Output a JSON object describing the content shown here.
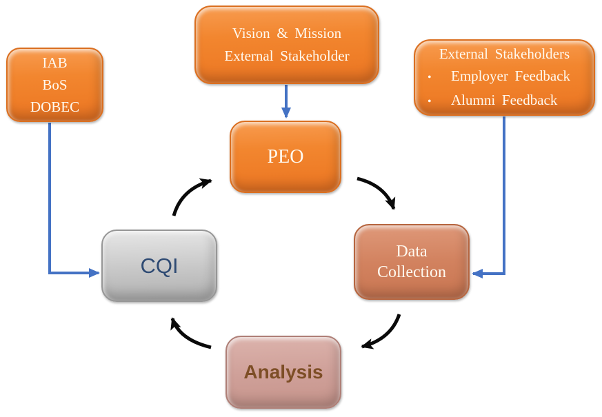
{
  "diagram": {
    "bullet": "•",
    "boxes": {
      "iab": {
        "lines": [
          "IAB",
          "BoS",
          "DOBEC"
        ]
      },
      "vision_mission": {
        "lines": [
          "Vision & Mission",
          "External Stakeholder"
        ]
      },
      "external_stakeholders": {
        "title": "External Stakeholders",
        "bullets": [
          "Employer Feedback",
          "Alumni Feedback"
        ]
      },
      "peo": {
        "label": "PEO"
      },
      "data_collection": {
        "lines": [
          "Data",
          "Collection"
        ]
      },
      "cqi": {
        "label": "CQI"
      },
      "analysis": {
        "label": "Analysis"
      }
    },
    "colors": {
      "orange_fill": "#F0822F",
      "orange_edge": "#DB6F20",
      "terracotta_fill": "#D2825F",
      "terracotta_edge": "#B6653F",
      "rose_fill": "#CFA099",
      "rose_edge": "#AF7F77",
      "gray_fill": "#C7C7C7",
      "gray_edge": "#969696",
      "blue_connector": "#4472C4",
      "black_arrow": "#0A0A0A",
      "box_text": "#FFF9EF",
      "cqi_text": "#2E4A73",
      "analysis_text": "#7D4E26",
      "background": "#FFFFFF"
    }
  }
}
